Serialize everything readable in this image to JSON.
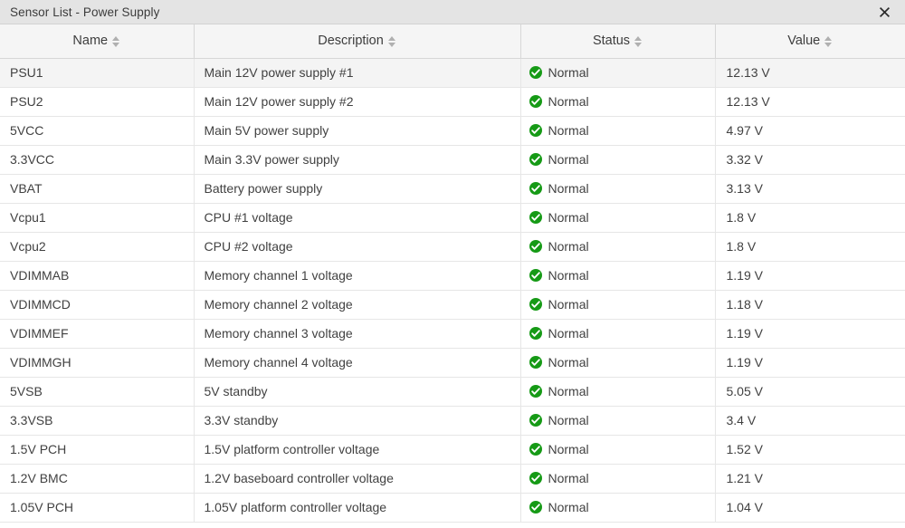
{
  "window": {
    "title": "Sensor List - Power Supply",
    "close_label": "✖",
    "close_icon": "close-icon"
  },
  "table": {
    "columns": [
      {
        "key": "name",
        "label": "Name",
        "align": "center",
        "sort_icon": "sort-arrows-icon"
      },
      {
        "key": "description",
        "label": "Description",
        "align": "center",
        "sort_icon": "sort-arrows-icon"
      },
      {
        "key": "status",
        "label": "Status",
        "align": "center",
        "sort_icon": "sort-arrows-icon"
      },
      {
        "key": "value",
        "label": "Value",
        "align": "center",
        "sort_icon": "sort-arrows-icon"
      }
    ],
    "status_icon": "check-circle-icon",
    "status_icon_color": "#169a16",
    "rows": [
      {
        "name": "PSU1",
        "description": "Main 12V power supply #1",
        "status": "Normal",
        "value": "12.13 V",
        "striped": true
      },
      {
        "name": "PSU2",
        "description": "Main 12V power supply #2",
        "status": "Normal",
        "value": "12.13 V",
        "striped": false
      },
      {
        "name": "5VCC",
        "description": "Main 5V power supply",
        "status": "Normal",
        "value": "4.97 V",
        "striped": false
      },
      {
        "name": "3.3VCC",
        "description": "Main 3.3V power supply",
        "status": "Normal",
        "value": "3.32 V",
        "striped": false
      },
      {
        "name": "VBAT",
        "description": "Battery power supply",
        "status": "Normal",
        "value": "3.13 V",
        "striped": false
      },
      {
        "name": "Vcpu1",
        "description": "CPU #1 voltage",
        "status": "Normal",
        "value": "1.8 V",
        "striped": false
      },
      {
        "name": "Vcpu2",
        "description": "CPU #2 voltage",
        "status": "Normal",
        "value": "1.8 V",
        "striped": false
      },
      {
        "name": "VDIMMAB",
        "description": "Memory channel 1 voltage",
        "status": "Normal",
        "value": "1.19 V",
        "striped": false
      },
      {
        "name": "VDIMMCD",
        "description": "Memory channel 2 voltage",
        "status": "Normal",
        "value": "1.18 V",
        "striped": false
      },
      {
        "name": "VDIMMEF",
        "description": "Memory channel 3 voltage",
        "status": "Normal",
        "value": "1.19 V",
        "striped": false
      },
      {
        "name": "VDIMMGH",
        "description": "Memory channel 4 voltage",
        "status": "Normal",
        "value": "1.19 V",
        "striped": false
      },
      {
        "name": "5VSB",
        "description": "5V standby",
        "status": "Normal",
        "value": "5.05 V",
        "striped": false
      },
      {
        "name": "3.3VSB",
        "description": "3.3V standby",
        "status": "Normal",
        "value": "3.4 V",
        "striped": false
      },
      {
        "name": "1.5V PCH",
        "description": "1.5V platform controller voltage",
        "status": "Normal",
        "value": "1.52 V",
        "striped": false
      },
      {
        "name": "1.2V BMC",
        "description": "1.2V baseboard controller voltage",
        "status": "Normal",
        "value": "1.21 V",
        "striped": false
      },
      {
        "name": "1.05V PCH",
        "description": "1.05V platform controller voltage",
        "status": "Normal",
        "value": "1.04 V",
        "striped": false
      }
    ]
  }
}
